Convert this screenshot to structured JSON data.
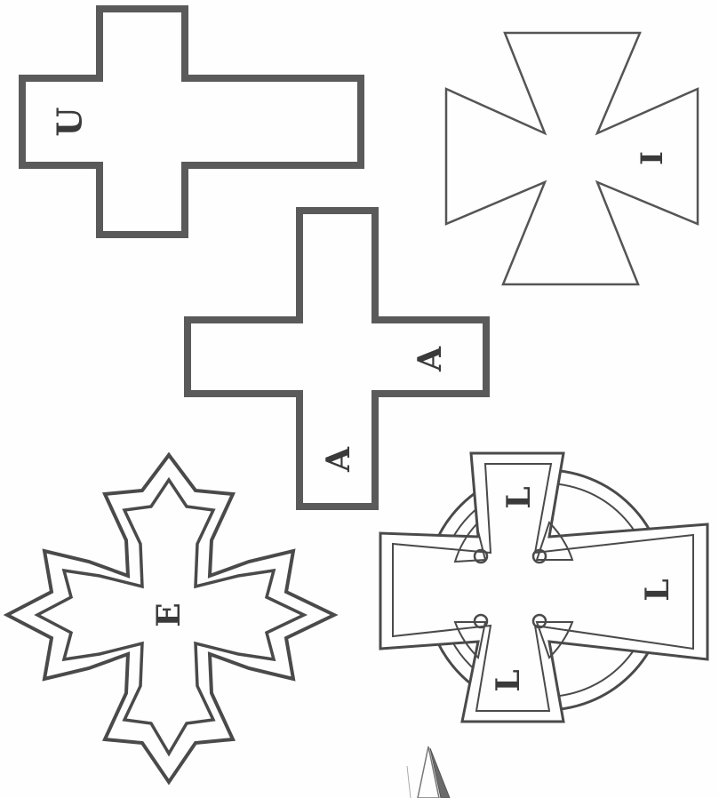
{
  "colors": {
    "background": "#fefefe",
    "ink": "#555555",
    "ink_dark": "#3a3a3a"
  },
  "crosses": [
    {
      "name": "latin-cross-top-left",
      "letters": [
        "U"
      ]
    },
    {
      "name": "maltese-cross",
      "letters": [
        "I"
      ]
    },
    {
      "name": "latin-cross-center",
      "letters": [
        "A",
        "A"
      ]
    },
    {
      "name": "pointed-cross",
      "letters": [
        "E"
      ]
    },
    {
      "name": "celtic-cross",
      "letters": [
        "L",
        "L",
        "L"
      ]
    }
  ]
}
